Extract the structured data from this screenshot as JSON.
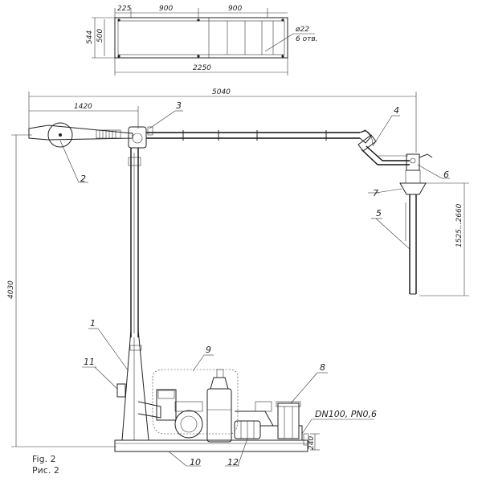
{
  "top_view": {
    "dim_225": "225",
    "dim_900_a": "900",
    "dim_900_b": "900",
    "dim_544": "544",
    "dim_500": "500",
    "dim_2250": "2250",
    "hole_dia": "ø22",
    "hole_count": "6 отв."
  },
  "side_view": {
    "dim_5040": "5040",
    "dim_1420": "1420",
    "dim_4030": "4030",
    "dim_1525_2660": "1525...2660",
    "dim_240": "240",
    "flange_spec": "DN100, PN0,6"
  },
  "callouts": [
    "1",
    "2",
    "3",
    "4",
    "5",
    "6",
    "7",
    "8",
    "9",
    "10",
    "11",
    "12"
  ],
  "caption": {
    "en": "Fig. 2",
    "ru": "Рис. 2"
  }
}
